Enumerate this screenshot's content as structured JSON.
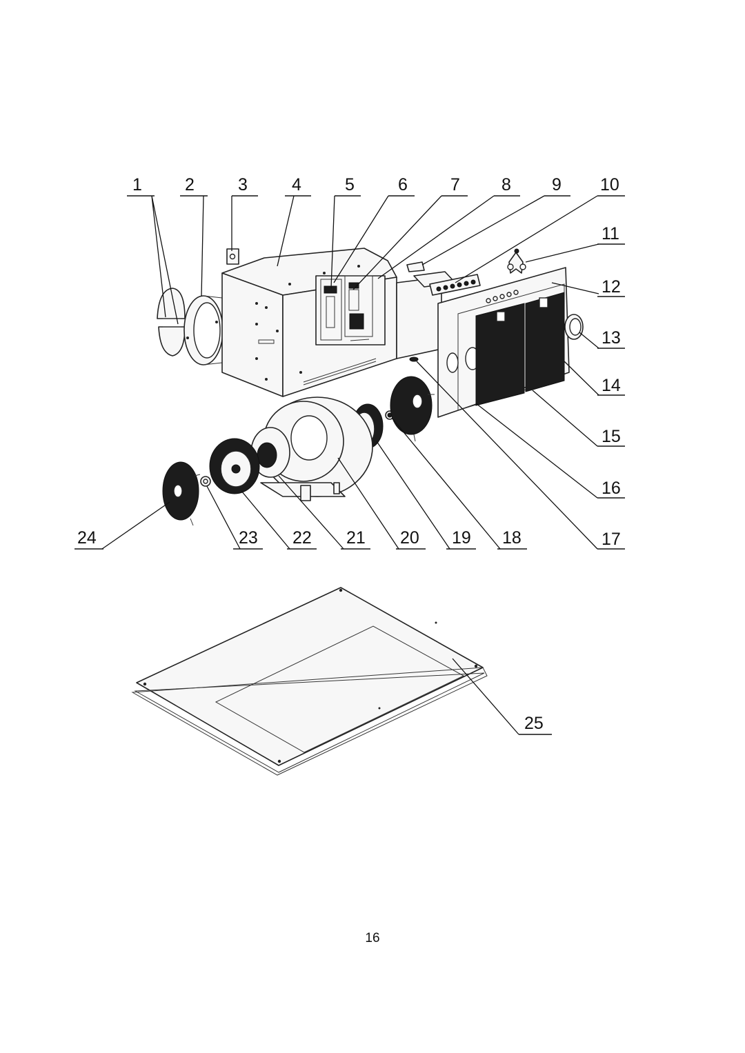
{
  "diagram": {
    "labels": [
      {
        "id": "1",
        "text": "1"
      },
      {
        "id": "2",
        "text": "2"
      },
      {
        "id": "3",
        "text": "3"
      },
      {
        "id": "4",
        "text": "4"
      },
      {
        "id": "5",
        "text": "5"
      },
      {
        "id": "6",
        "text": "6"
      },
      {
        "id": "7",
        "text": "7"
      },
      {
        "id": "8",
        "text": "8"
      },
      {
        "id": "9",
        "text": "9"
      },
      {
        "id": "10",
        "text": "10"
      },
      {
        "id": "11",
        "text": "11"
      },
      {
        "id": "12",
        "text": "12"
      },
      {
        "id": "13",
        "text": "13"
      },
      {
        "id": "14",
        "text": "14"
      },
      {
        "id": "15",
        "text": "15"
      },
      {
        "id": "16",
        "text": "16"
      },
      {
        "id": "17",
        "text": "17"
      },
      {
        "id": "18",
        "text": "18"
      },
      {
        "id": "19",
        "text": "19"
      },
      {
        "id": "20",
        "text": "20"
      },
      {
        "id": "21",
        "text": "21"
      },
      {
        "id": "22",
        "text": "22"
      },
      {
        "id": "23",
        "text": "23"
      },
      {
        "id": "24",
        "text": "24"
      },
      {
        "id": "25",
        "text": "25"
      }
    ]
  },
  "page": {
    "number": "16"
  }
}
